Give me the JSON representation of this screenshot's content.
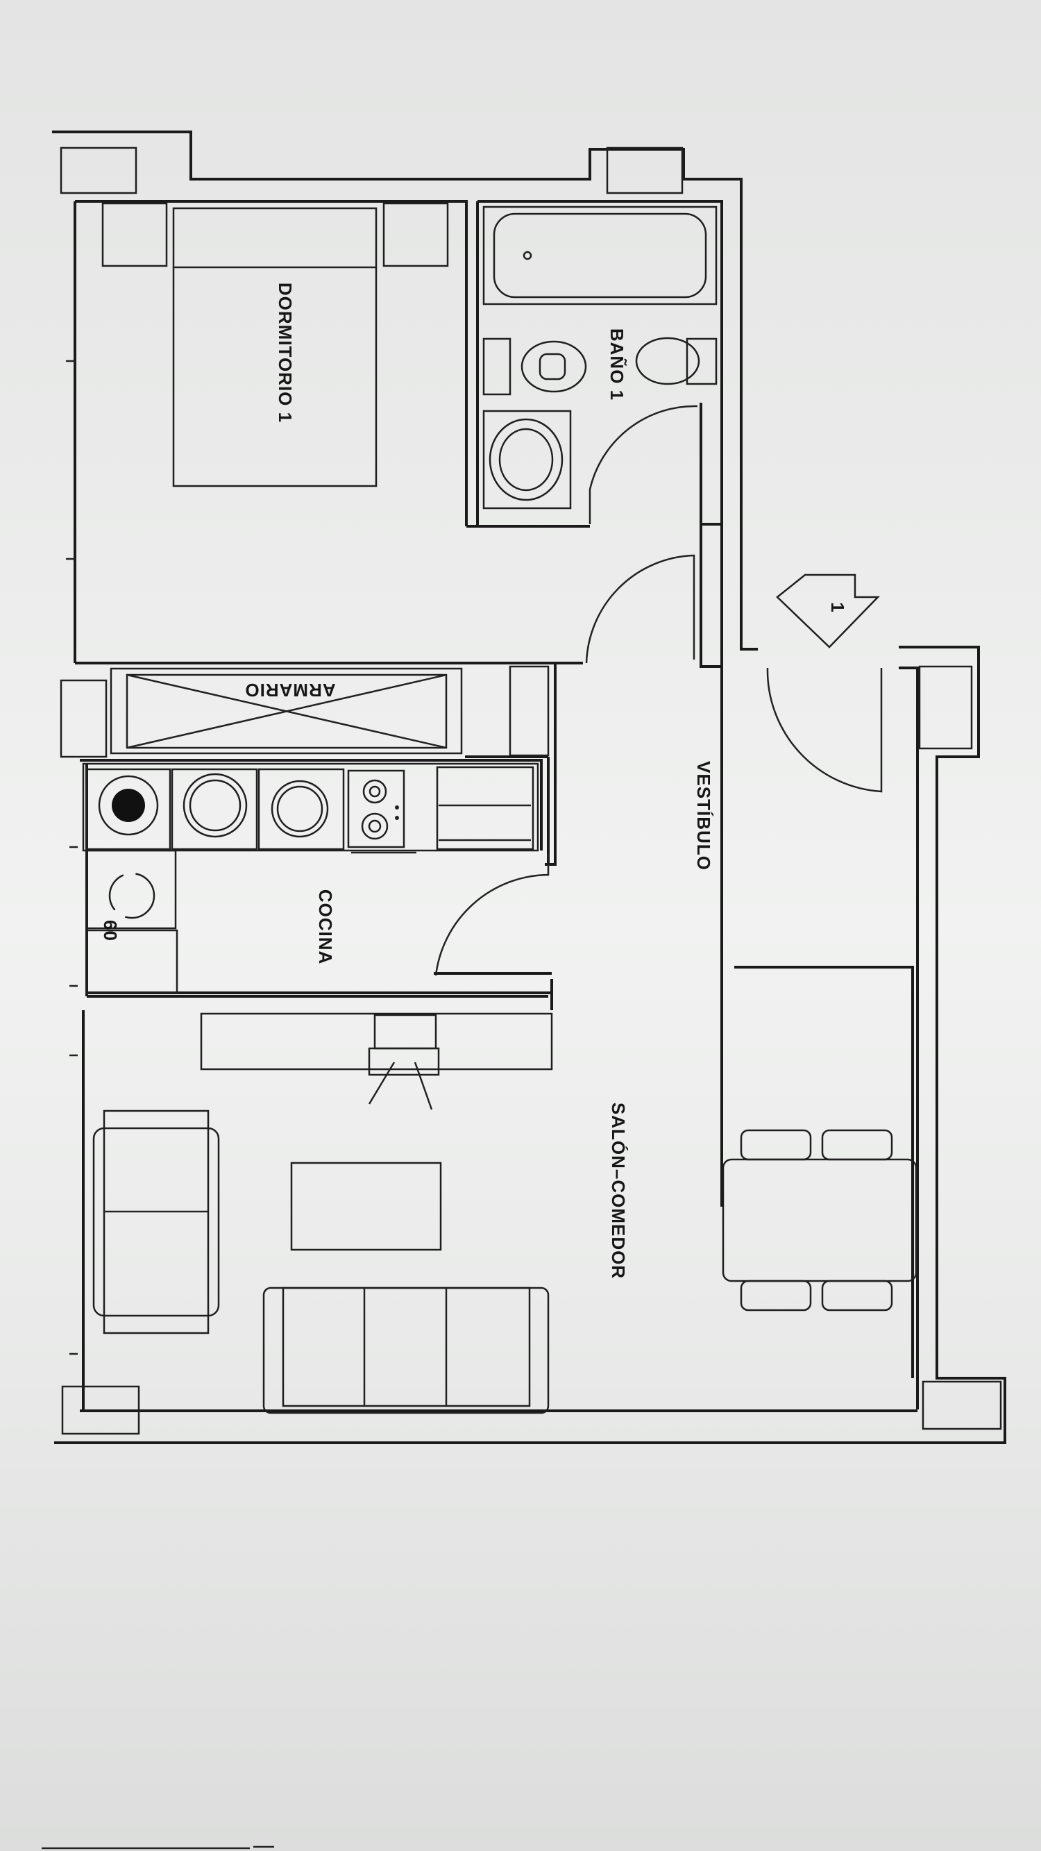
{
  "rooms": {
    "dormitorio": "DORMITORIO 1",
    "bano": "BAÑO 1",
    "armario": "ARMARIO",
    "vestibulo": "VESTÍBULO",
    "cocina": "COCINA",
    "salon": "SALÓN–COMEDOR"
  },
  "entrance_marker": "1",
  "appliance_label": "60"
}
